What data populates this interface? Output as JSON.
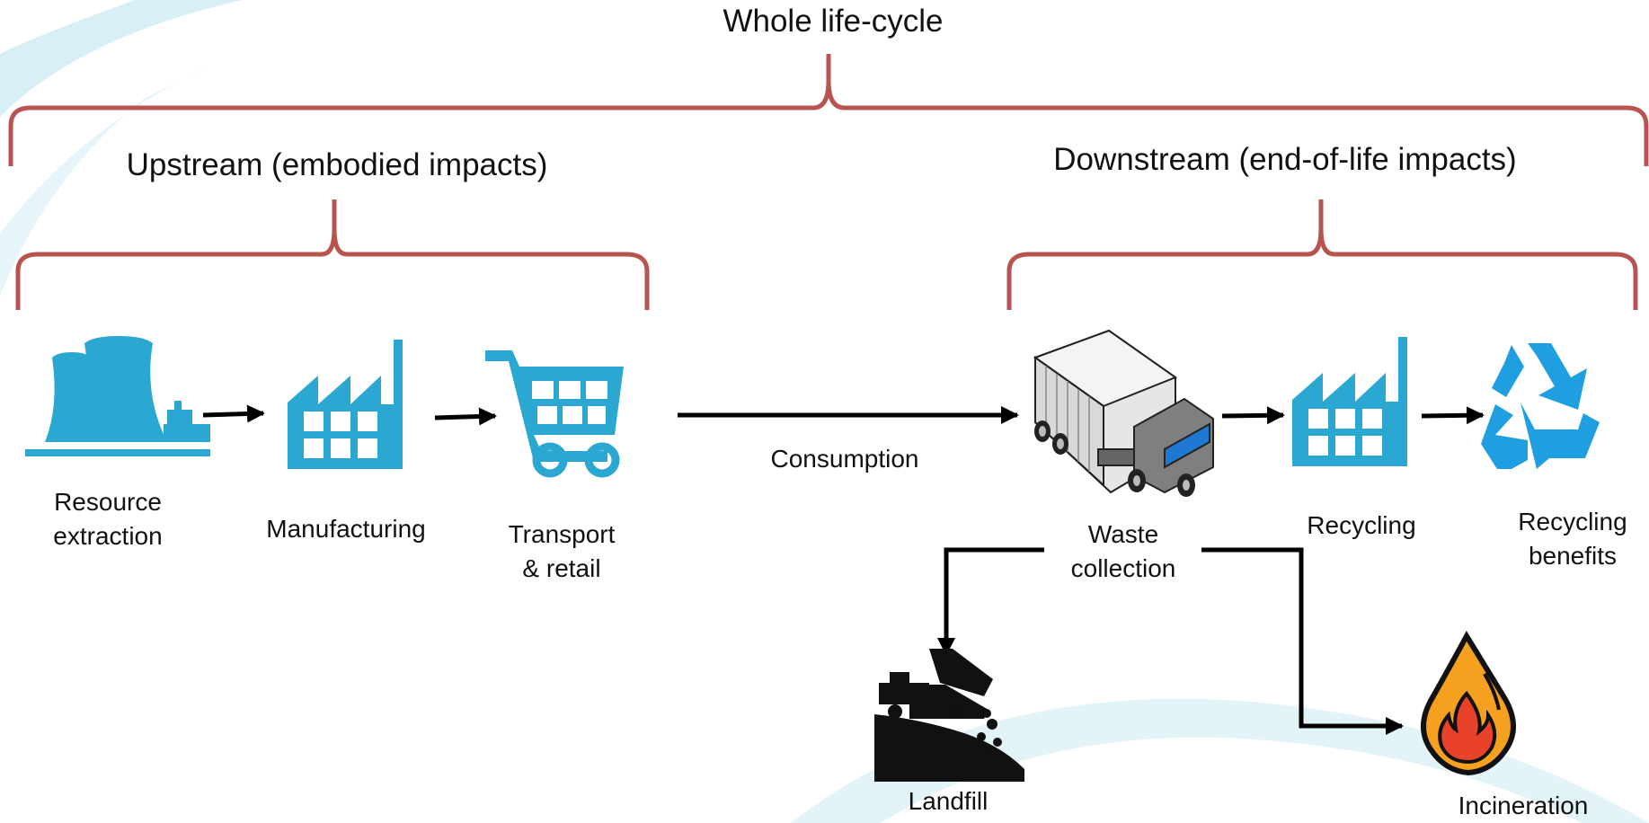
{
  "titles": {
    "whole": "Whole life-cycle",
    "upstream": "Upstream (embodied impacts)",
    "downstream": "Downstream (end-of-life impacts)"
  },
  "steps": {
    "resource": "Resource\nextraction",
    "manufacturing": "Manufacturing",
    "transport": "Transport\n& retail",
    "consumption": "Consumption",
    "waste": "Waste\ncollection",
    "recycling": "Recycling",
    "benefits": "Recycling\nbenefits",
    "landfill": "Landfill",
    "incineration": "Incineration"
  },
  "colors": {
    "bracket": "#b85450",
    "icon_blue": "#2aa8d2",
    "recycle_blue": "#1f9fe0",
    "flame_orange": "#f5a11f",
    "flame_red": "#e8422b",
    "arrow": "#000000",
    "swirl": "#d8eff6"
  },
  "icons": {
    "resource": "power-plant-icon",
    "manufacturing": "factory-icon",
    "transport": "shopping-cart-icon",
    "waste": "truck-icon",
    "recycling": "factory-icon",
    "benefits": "recycle-icon",
    "landfill": "landfill-dump-truck-icon",
    "incineration": "fire-drop-icon"
  }
}
